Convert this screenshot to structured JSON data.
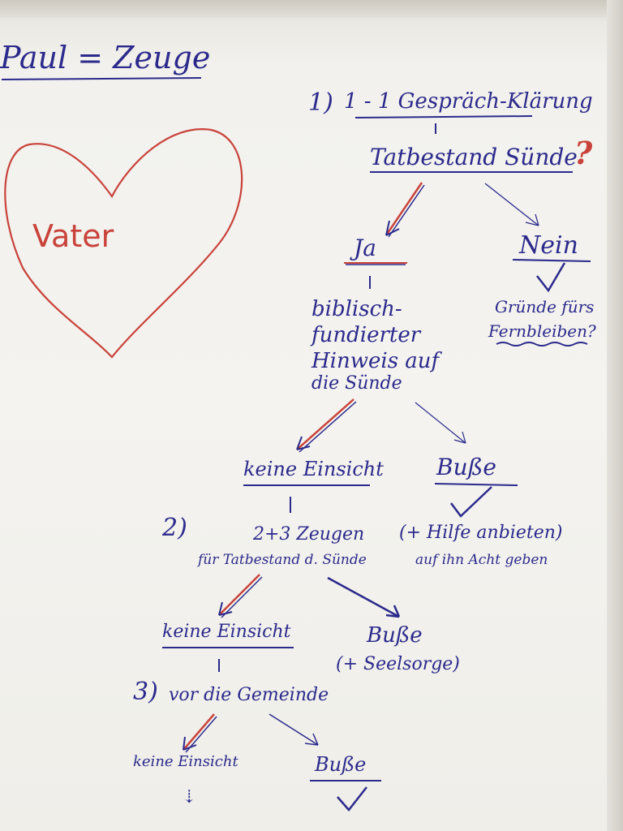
{
  "colors": {
    "ink_blue": "#2b2a8c",
    "ink_red": "#c9423a",
    "paper": "#f4f3ef"
  },
  "title": "Paul = Zeuge",
  "heart_label": "Vater",
  "step1": {
    "number": "1)",
    "text": "1 - 1 Gespräch-Klärung"
  },
  "question": {
    "text": "Tatbestand Sünde",
    "mark": "?"
  },
  "branch_ja": {
    "label": "Ja",
    "lines": [
      "biblisch-",
      "fundierter",
      "Hinweis auf",
      "die Sünde"
    ]
  },
  "branch_nein": {
    "label": "Nein",
    "check": "✓",
    "lines": [
      "Gründe fürs",
      "Fernbleiben?"
    ]
  },
  "level2": {
    "keine": "keine Einsicht",
    "busse": "Buße",
    "check": "✓",
    "busse_note": [
      "(+ Hilfe anbieten)",
      "auf ihn Acht geben"
    ],
    "number": "2)",
    "zeugen": [
      "2+3 Zeugen",
      "für Tatbestand d. Sünde"
    ]
  },
  "level3": {
    "keine": "keine Einsicht",
    "busse": "Buße",
    "busse_note": "(+ Seelsorge)",
    "number": "3)",
    "gemeinde": "vor die Gemeinde"
  },
  "level4": {
    "keine": "keine Einsicht",
    "busse": "Buße",
    "check": "✓",
    "down_arrow": "⇣"
  },
  "icons": [
    "heart-drawing",
    "arrow",
    "checkmark"
  ]
}
